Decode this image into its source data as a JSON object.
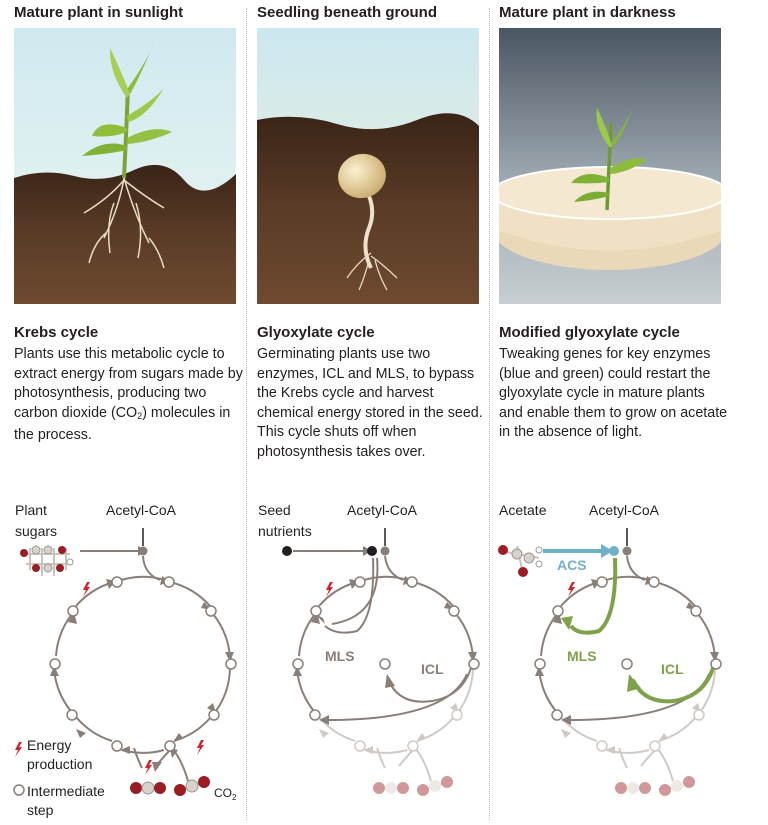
{
  "columns": [
    {
      "title": "Mature plant in sunlight",
      "cycle_name": "Krebs cycle",
      "desc_before": "Plants use this metabolic cycle to extract energy from sugars made by photosynthesis, producing two carbon dioxide (CO",
      "desc_sub": "2",
      "desc_after": ") molecules in the process.",
      "input_label_line1": "Plant",
      "input_label_line2": "sugars",
      "acetyl_label": "Acetyl-CoA"
    },
    {
      "title": "Seedling beneath ground",
      "cycle_name": "Glyoxylate cycle",
      "desc": "Germinating plants use two enzymes, ICL and MLS, to bypass the Krebs cycle and harvest chemical energy stored in the seed. This cycle shuts off when photosynthesis takes over.",
      "input_label_line1": "Seed",
      "input_label_line2": "nutrients",
      "acetyl_label": "Acetyl-CoA",
      "mls_label": "MLS",
      "icl_label": "ICL"
    },
    {
      "title": "Mature plant in darkness",
      "cycle_name": "Modified glyoxylate cycle",
      "desc": "Tweaking genes for key enzymes (blue and green) could restart the glyoxylate cycle in mature plants and enable them to grow on acetate in the absence of light.",
      "input_label_line1": "Acetate",
      "acetyl_label": "Acetyl-CoA",
      "acs_label": "ACS",
      "mls_label": "MLS",
      "icl_label": "ICL"
    }
  ],
  "legend": {
    "energy_line1": "Energy",
    "energy_line2": "production",
    "intermediate_line1": "Intermediate",
    "intermediate_line2": "step",
    "co2_main": "CO",
    "co2_sub": "2"
  },
  "colors": {
    "arrow": "#8a7f78",
    "arrow_faded": "#cfcac6",
    "acs_blue": "#6fb1c8",
    "enzyme_green": "#7ea14a",
    "energy_red": "#d2232a",
    "soil": "#4a3222",
    "sky": "#d9eef3"
  }
}
